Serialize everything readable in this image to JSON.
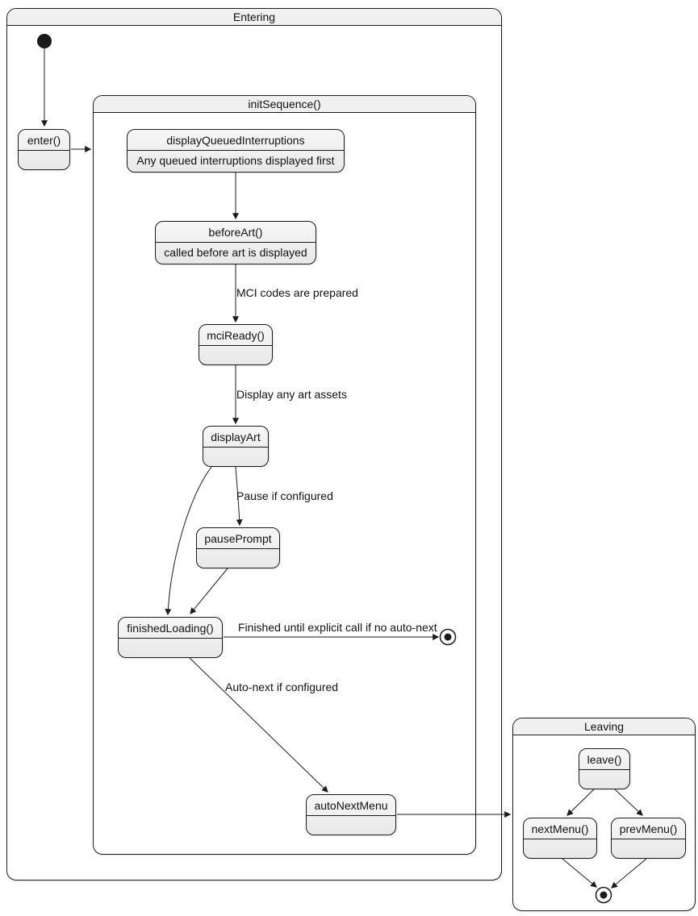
{
  "diagram": {
    "containers": {
      "entering": {
        "title": "Entering"
      },
      "initSequence": {
        "title": "initSequence()"
      },
      "leaving": {
        "title": "Leaving"
      }
    },
    "states": {
      "enter": {
        "title": "enter()"
      },
      "displayQueuedInterruptions": {
        "title": "displayQueuedInterruptions",
        "description": "Any queued interruptions displayed first"
      },
      "beforeArt": {
        "title": "beforeArt()",
        "description": "called before art is displayed"
      },
      "mciReady": {
        "title": "mciReady()"
      },
      "displayArt": {
        "title": "displayArt"
      },
      "pausePrompt": {
        "title": "pausePrompt"
      },
      "finishedLoading": {
        "title": "finishedLoading()"
      },
      "autoNextMenu": {
        "title": "autoNextMenu"
      },
      "leave": {
        "title": "leave()"
      },
      "nextMenu": {
        "title": "nextMenu()"
      },
      "prevMenu": {
        "title": "prevMenu()"
      }
    },
    "edge_labels": {
      "mci_codes_prepared": "MCI codes are prepared",
      "display_art_assets": "Display any art assets",
      "pause_if_configured": "Pause if configured",
      "finished_until_explicit": "Finished until explicit call if no auto-next",
      "auto_next_if_configured": "Auto-next if configured"
    },
    "colors": {
      "state_border": "#1b1b1b",
      "state_fill_top": "#f7f7f7",
      "state_fill_bottom": "#e8e8e8",
      "composite_title_fill": "#f0f0f0",
      "background": "#ffffff",
      "text": "#111111"
    }
  }
}
